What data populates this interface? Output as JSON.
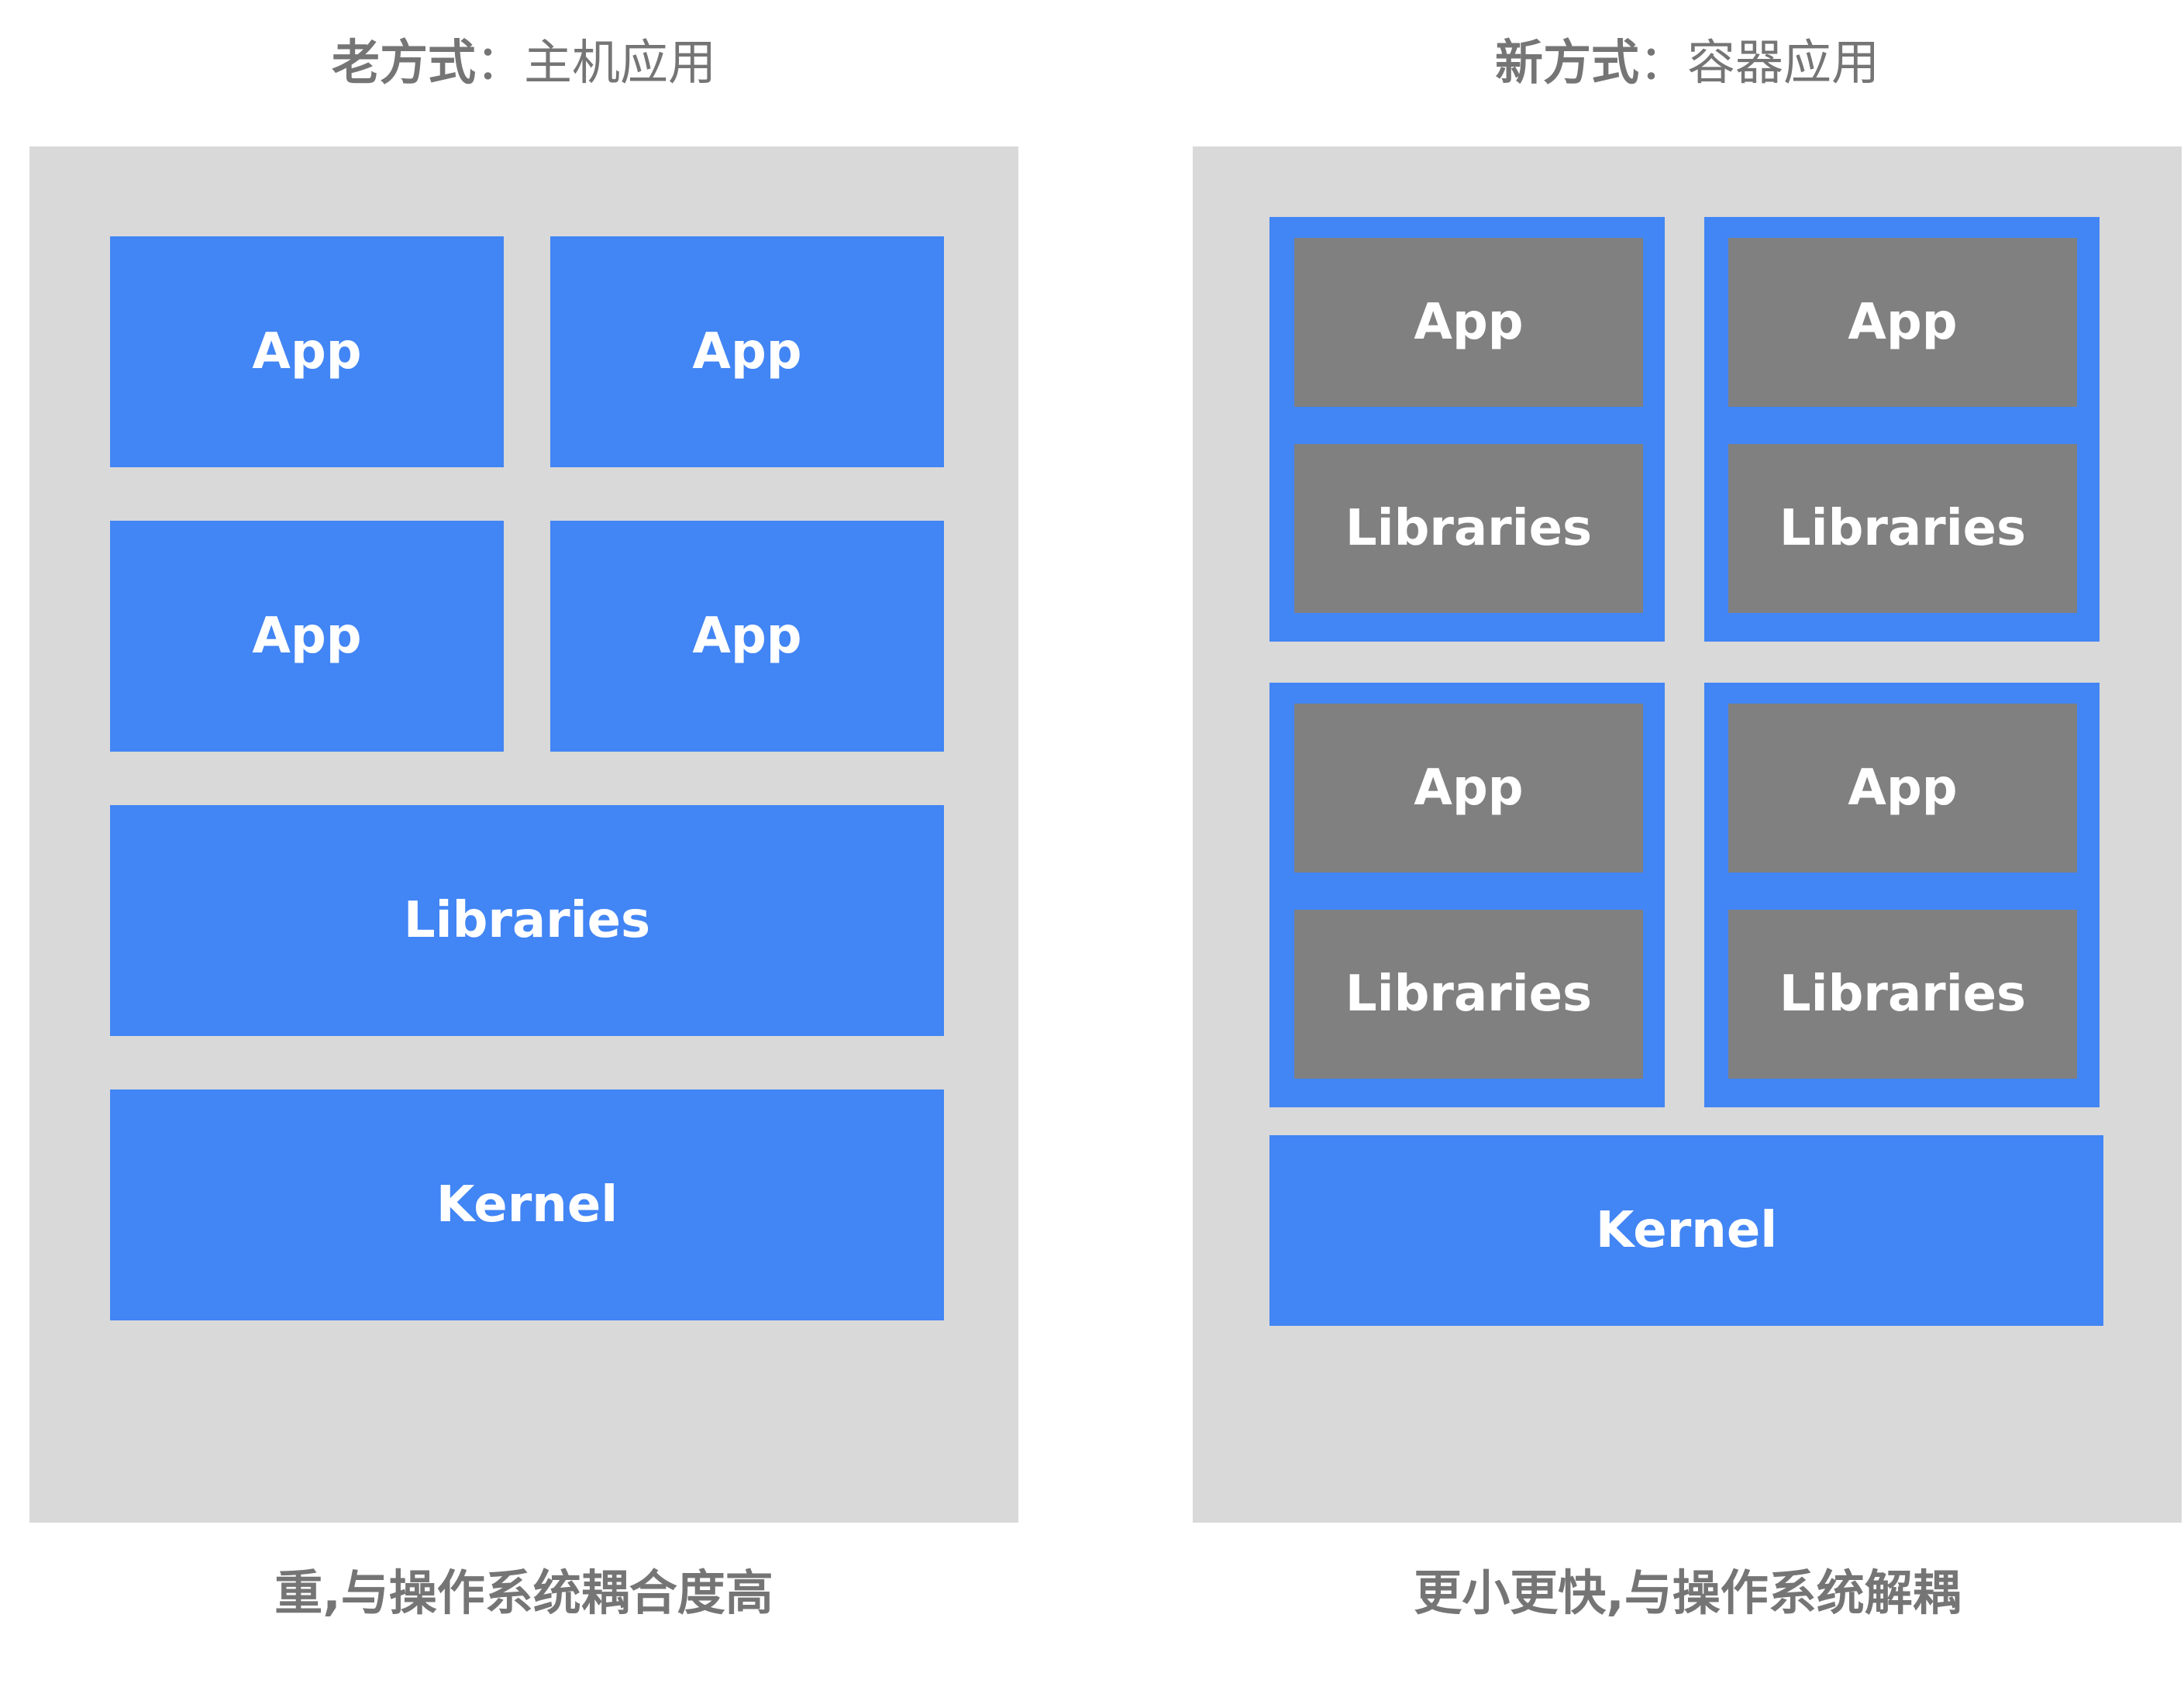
{
  "left": {
    "title_strong": "老方式",
    "title_sep": "：",
    "title_rest": "主机应用",
    "apps": [
      "App",
      "App",
      "App",
      "App"
    ],
    "libraries": "Libraries",
    "kernel": "Kernel",
    "caption": "重,与操作系统耦合度高"
  },
  "right": {
    "title_strong": "新方式",
    "title_sep": "：",
    "title_rest": "容器应用",
    "containers": [
      {
        "app": "App",
        "libraries": "Libraries"
      },
      {
        "app": "App",
        "libraries": "Libraries"
      },
      {
        "app": "App",
        "libraries": "Libraries"
      },
      {
        "app": "App",
        "libraries": "Libraries"
      }
    ],
    "kernel": "Kernel",
    "caption": "更小更快,与操作系统解耦"
  },
  "colors": {
    "panel": "#d9d9d9",
    "blue": "#4285f4",
    "gray": "#808080",
    "text": "#757575"
  }
}
